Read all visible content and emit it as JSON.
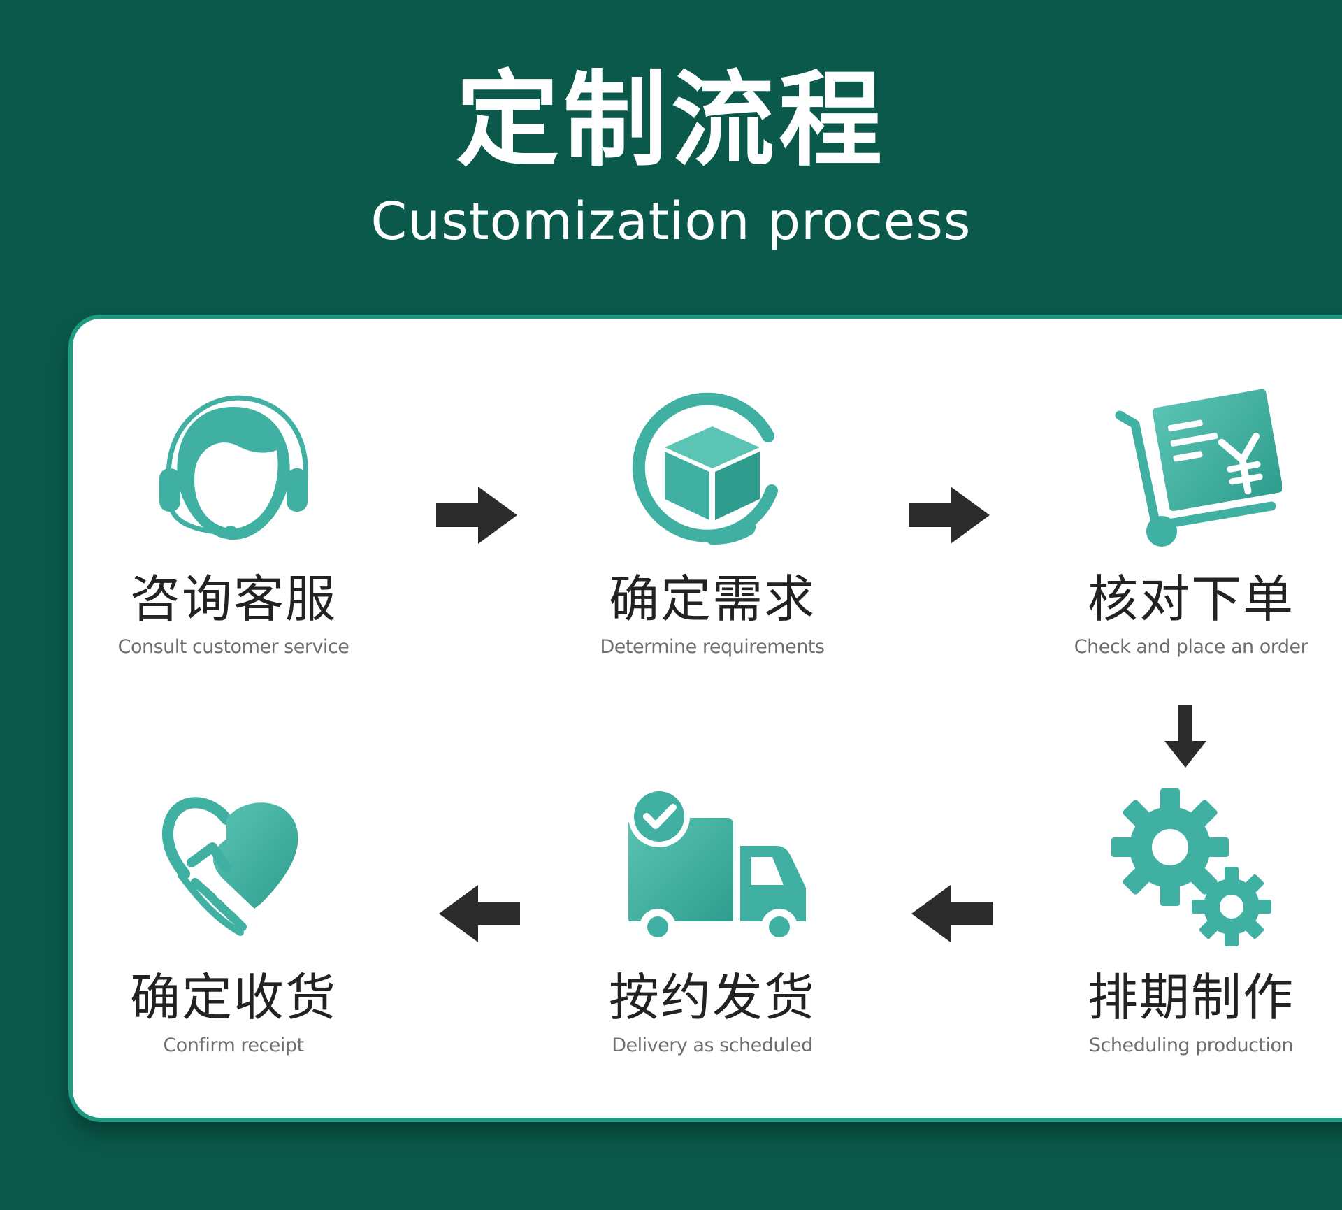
{
  "header": {
    "title_cn": "定制流程",
    "title_en": "Customization process"
  },
  "colors": {
    "background": "#0a594a",
    "accent": "#3fb0a2",
    "accent_light": "#5bc4b4",
    "card": "#ffffff",
    "card_border": "#1f9a80",
    "arrow": "#2b2b2b",
    "label_cn": "#222222",
    "label_en": "#6e6e6e"
  },
  "steps": [
    {
      "cn": "咨询客服",
      "en": "Consult customer service",
      "icon": "customer-service-headset-icon"
    },
    {
      "cn": "确定需求",
      "en": "Determine requirements",
      "icon": "package-cube-icon"
    },
    {
      "cn": "核对下单",
      "en": "Check and place an order",
      "icon": "order-cart-yen-icon"
    },
    {
      "cn": "排期制作",
      "en": "Scheduling production",
      "icon": "gears-icon"
    },
    {
      "cn": "按约发货",
      "en": "Delivery as scheduled",
      "icon": "delivery-truck-icon"
    },
    {
      "cn": "确定收货",
      "en": "Confirm receipt",
      "icon": "handshake-heart-icon"
    }
  ],
  "arrows": [
    "right",
    "right",
    "down",
    "left",
    "left"
  ]
}
